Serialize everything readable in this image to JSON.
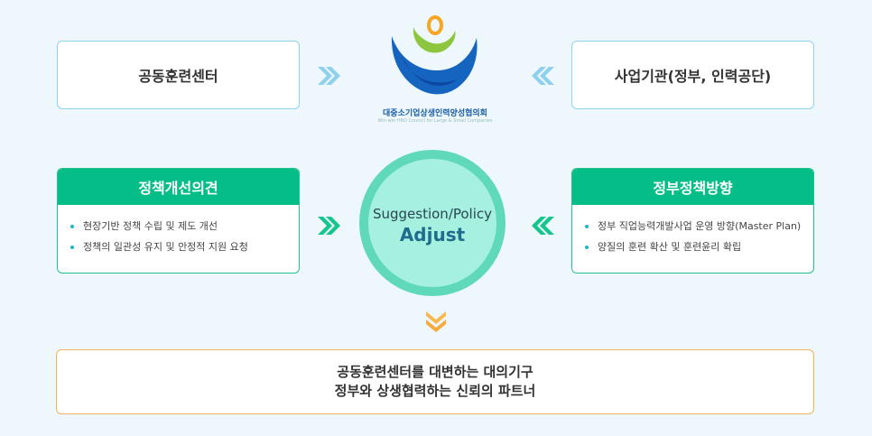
{
  "top_left_box": {
    "label": "공동훈련센터"
  },
  "top_right_box": {
    "label": "사업기관(정부, 인력공단)"
  },
  "logo": {
    "name_ko": "대중소기업상생인력양성협의회",
    "name_en": "Win-win HRD Council for Large & Small Companies"
  },
  "left_panel": {
    "title": "정책개선의견",
    "items": [
      "현장기반 정책 수립 및 제도 개선",
      "정책의 일관성 유지 및 안정적 지원 요청"
    ]
  },
  "right_panel": {
    "title": "정부정책방향",
    "items": [
      "정부 직업능력개발사업 운영 방향(Master Plan)",
      "양질의 훈련 확산 및 훈련윤리 확립"
    ]
  },
  "center_circle": {
    "line1": "Suggestion/Policy",
    "line2": "Adjust"
  },
  "bottom_box": {
    "line1": "공동훈련센터를 대변하는 대의기구",
    "line2": "정부와 상생협력하는 신뢰의 파트너"
  },
  "colors": {
    "blue_arrow": "#8fd0ef",
    "green_arrow": "#14c58d",
    "orange_arrow": "#f7a93c",
    "green_header": "#05be87",
    "circle_outer": "#5fd9ba",
    "circle_inner": "#a5f0de"
  }
}
